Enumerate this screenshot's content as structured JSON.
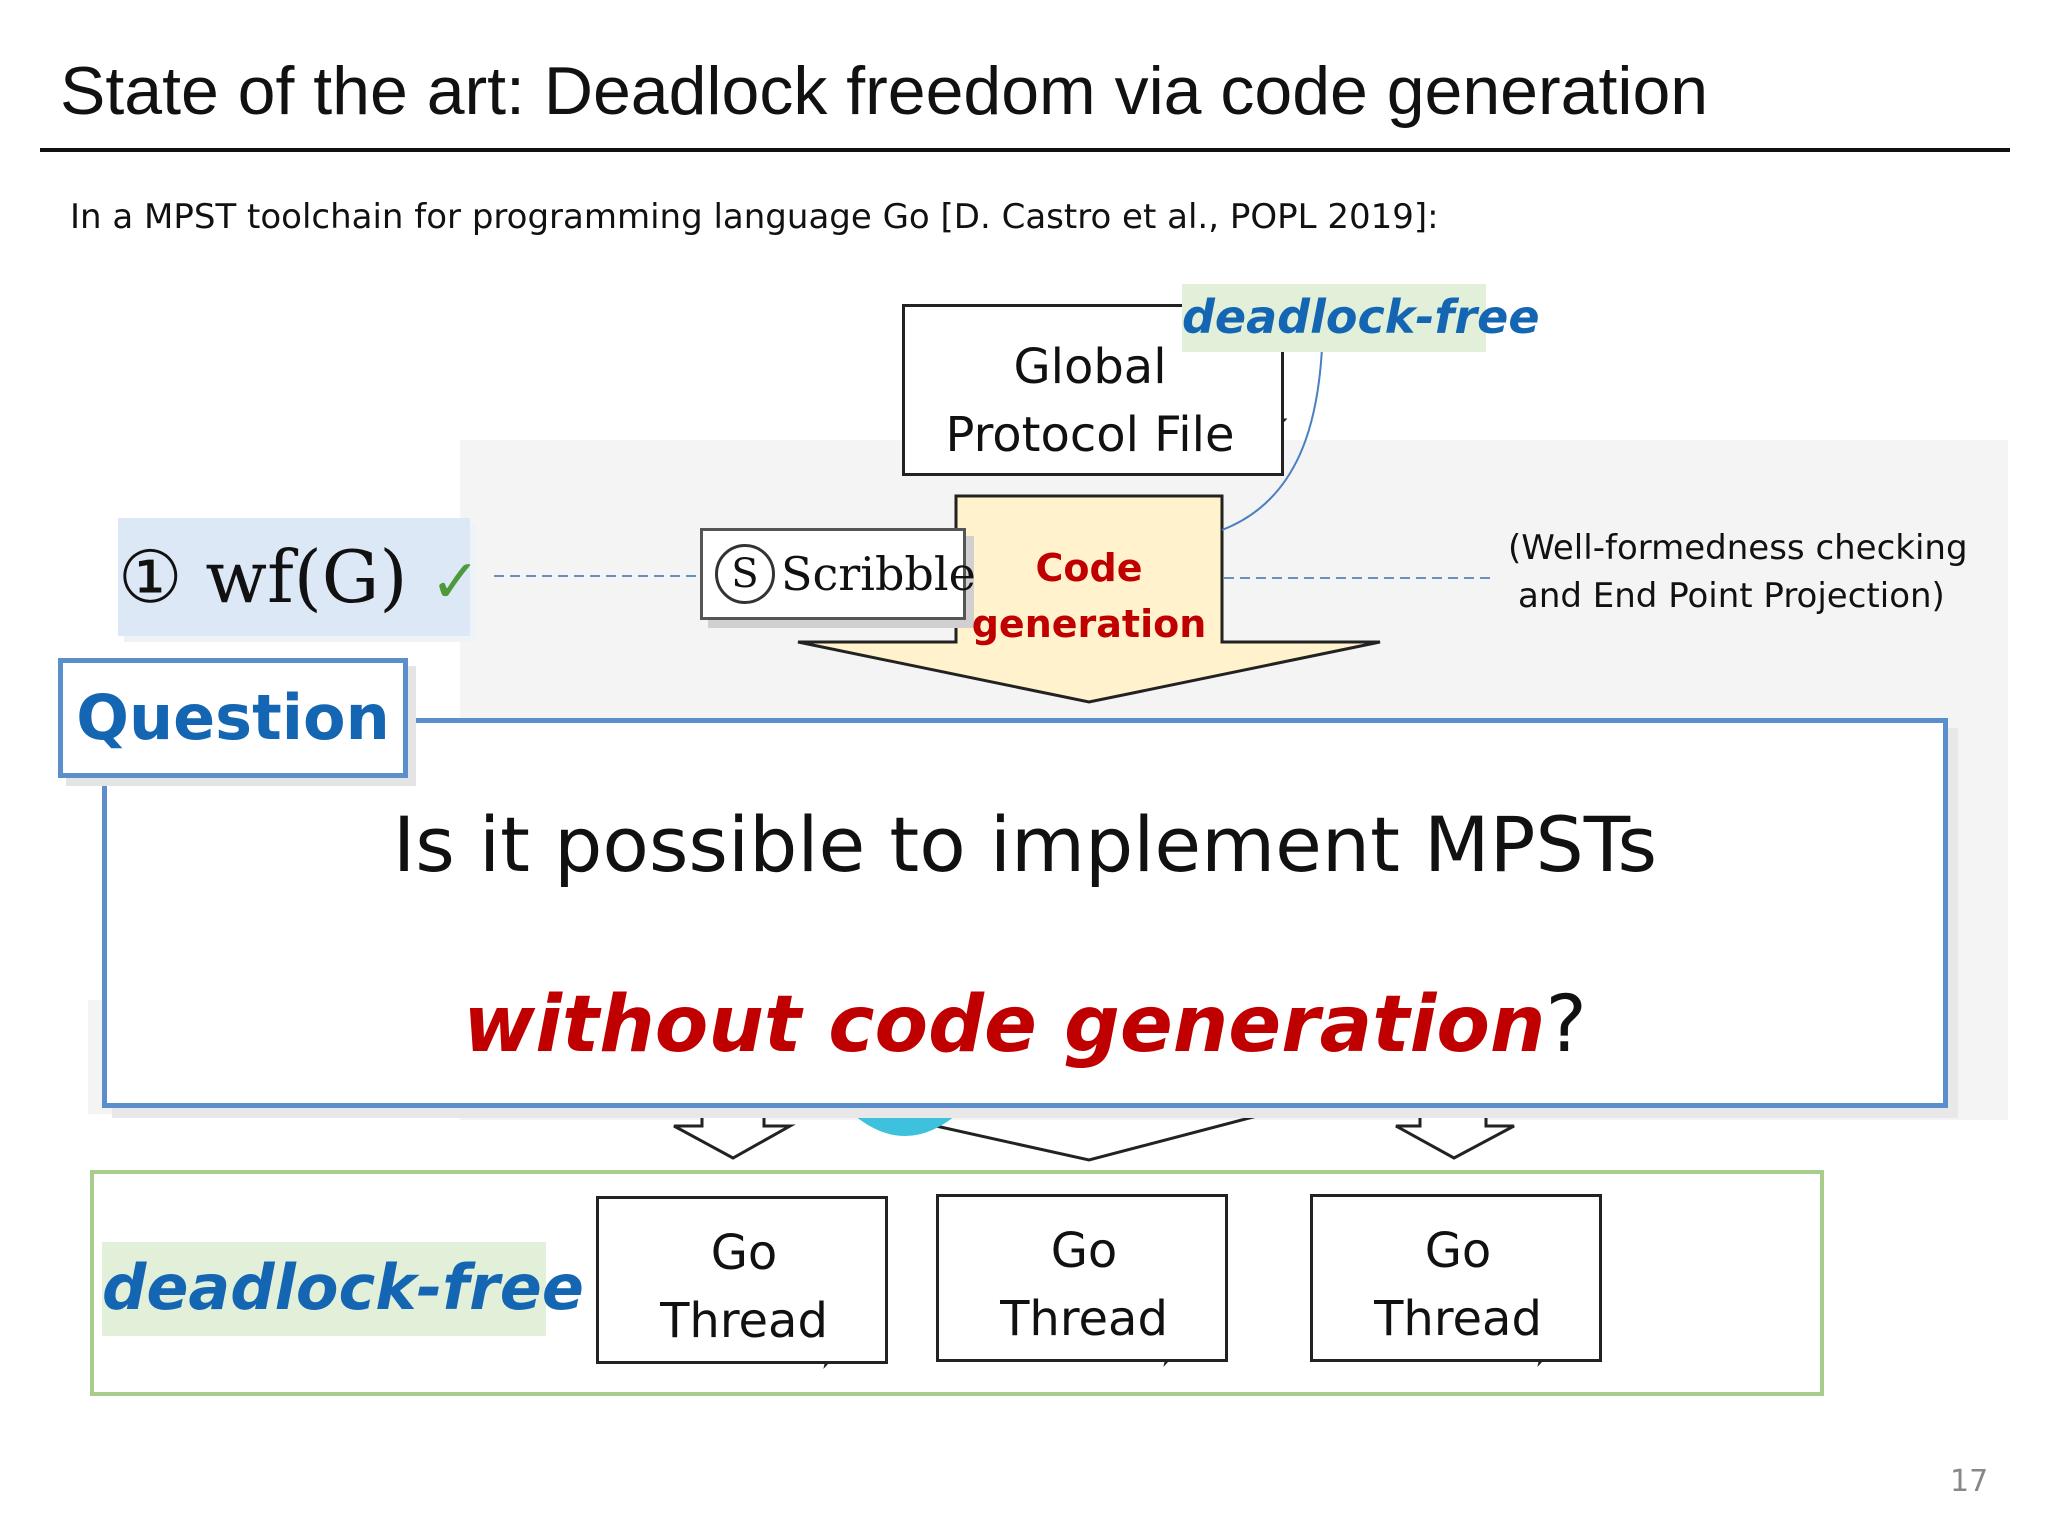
{
  "slide": {
    "title": "State of the art: Deadlock freedom via code generation",
    "subtitle": "In a MPST toolchain for programming language Go [D. Castro et al., POPL 2019]:",
    "page_number": "17"
  },
  "diagram": {
    "global_file": {
      "line1": "Global",
      "line2": "Protocol File"
    },
    "top_tag": "deadlock-free",
    "wf_label": "① wf(G) ",
    "wf_check": "✓",
    "scribble_logo": "S",
    "scribble_text": "Scribble",
    "codegen": {
      "line1": "Code",
      "line2": "generation"
    },
    "note": {
      "line1": "(Well-formedness checking",
      "line2": "and End Point Projection)"
    },
    "bottom_tag": "deadlock-free",
    "threads": [
      {
        "line1": "Go",
        "line2": "Thread"
      },
      {
        "line1": "Go",
        "line2": "Thread"
      },
      {
        "line1": "Go",
        "line2": "Thread"
      }
    ]
  },
  "question": {
    "tab": "Question",
    "line1": "Is it possible to implement MPSTs",
    "line2_emphasis": "without code generation",
    "line2_tail": "?"
  },
  "colors": {
    "accent_blue": "#1466b3",
    "emphasis_red": "#c00000",
    "tag_green_bg": "#e2efd9",
    "frame_blue": "#5b8fcb",
    "frame_green": "#a8cc8c"
  }
}
